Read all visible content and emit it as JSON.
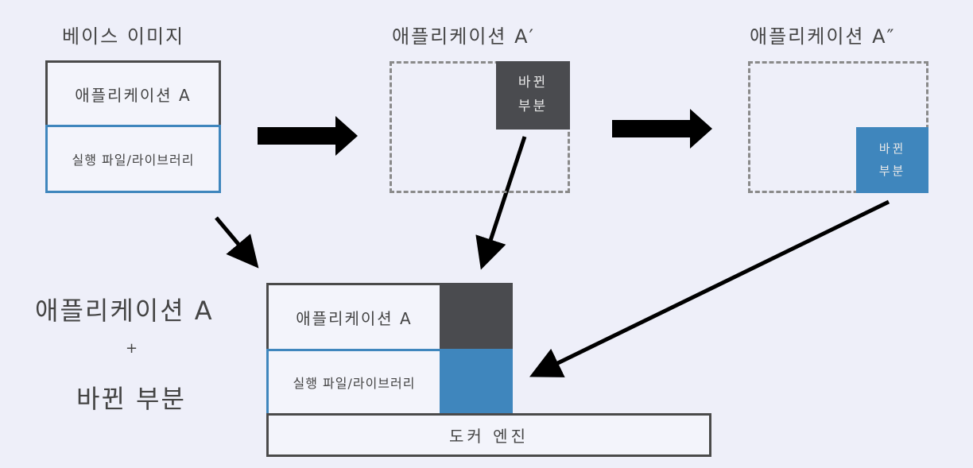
{
  "base_image": {
    "title": "베이스 이미지",
    "app_label": "애플리케이션 A",
    "lib_label": "실행 파일/라이브러리"
  },
  "app_prime": {
    "title": "애플리케이션 A′",
    "changed_line1": "바뀐",
    "changed_line2": "부분"
  },
  "app_double_prime": {
    "title": "애플리케이션 A″",
    "changed_line1": "바뀐",
    "changed_line2": "부분"
  },
  "combined": {
    "app_label": "애플리케이션 A",
    "lib_label": "실행 파일/라이브러리",
    "engine_label": "도커 엔진"
  },
  "summary": {
    "line1": "애플리케이션 A",
    "plus": "+",
    "line2": "바뀐 부분"
  },
  "colors": {
    "background": "#eeeff9",
    "dark_layer": "#4a4b4f",
    "blue_layer": "#3f86bd",
    "arrow": "#000000"
  }
}
